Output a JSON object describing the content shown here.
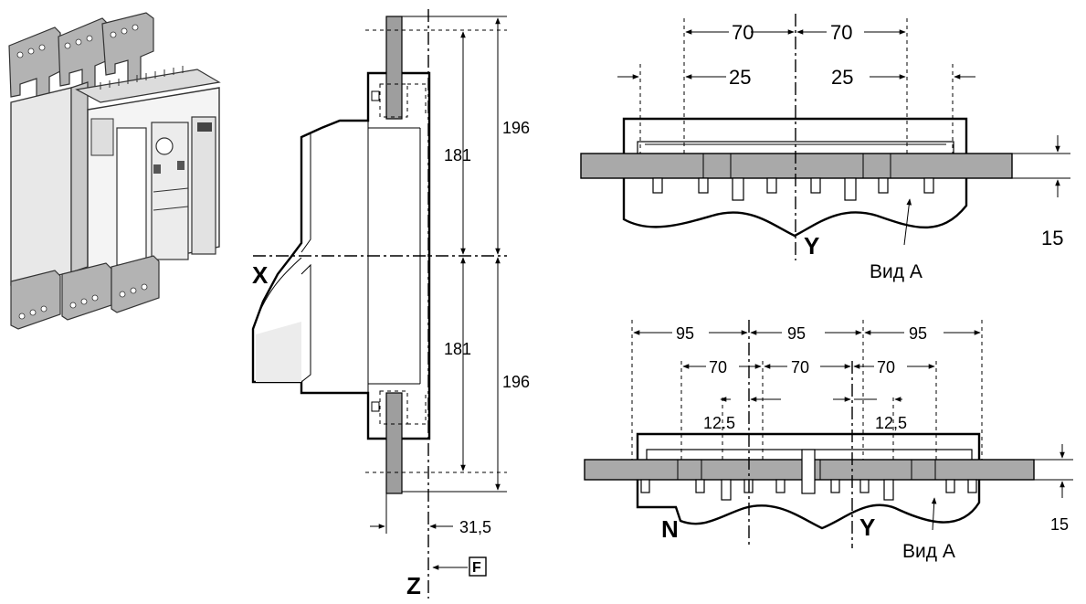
{
  "side_view": {
    "axis_x": "X",
    "axis_z": "Z",
    "view_box": "F",
    "dim_upper_inner": "181",
    "dim_upper_outer": "196",
    "dim_lower_inner": "181",
    "dim_lower_outer": "196",
    "dim_depth": "31,5"
  },
  "top_view_3p": {
    "dim_spacing_left": "70",
    "dim_spacing_right": "70",
    "dim_overhang_left": "25",
    "dim_overhang_right": "25",
    "dim_thickness": "15",
    "axis_y": "Y",
    "view_label": "Вид А"
  },
  "top_view_4p": {
    "dim_pitch_1": "95",
    "dim_pitch_2": "95",
    "dim_pitch_3": "95",
    "dim_spacing_1": "70",
    "dim_spacing_2": "70",
    "dim_spacing_3": "70",
    "dim_offset_left": "12.5",
    "dim_offset_right": "12,5",
    "dim_thickness": "15",
    "axis_n": "N",
    "axis_y": "Y",
    "view_label": "Вид А"
  }
}
